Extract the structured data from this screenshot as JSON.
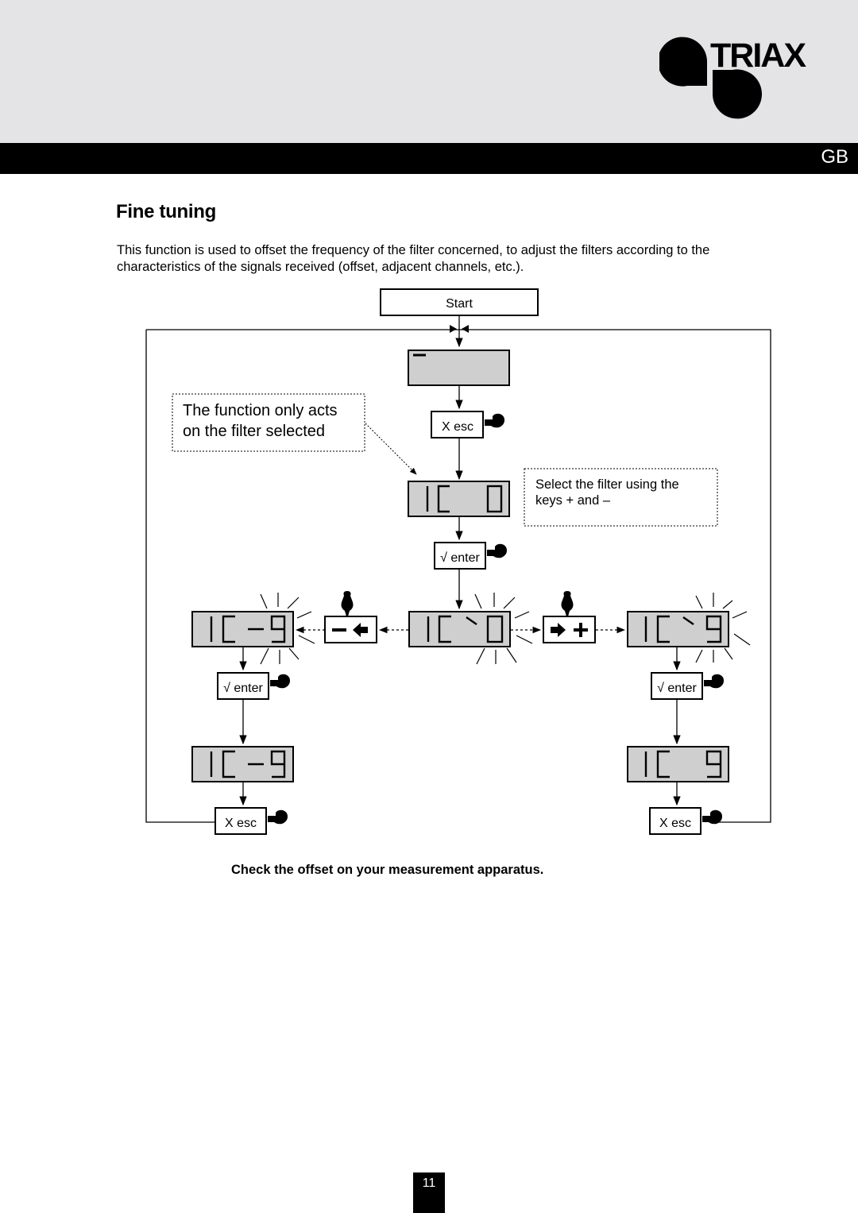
{
  "header": {
    "logo_text": "TRIAX",
    "language": "GB"
  },
  "section": {
    "title": "Fine tuning",
    "intro": "This function is used to offset the frequency of the filter concerned, to adjust the filters according to the characteristics of the signals received (offset, adjacent channels, etc.)."
  },
  "diagram": {
    "start_label": "Start",
    "note_left": [
      "The function only acts",
      "on the filter selected"
    ],
    "note_right": [
      "Select the filter using the",
      "keys + and –"
    ],
    "keys": {
      "esc": "X esc",
      "enter": "√ enter"
    },
    "displays": {
      "blank": "–",
      "center": "IC 0",
      "left": "IC-9",
      "right": "IC 9"
    }
  },
  "footnote": "Check the offset on your measurement apparatus.",
  "page_number": "11"
}
